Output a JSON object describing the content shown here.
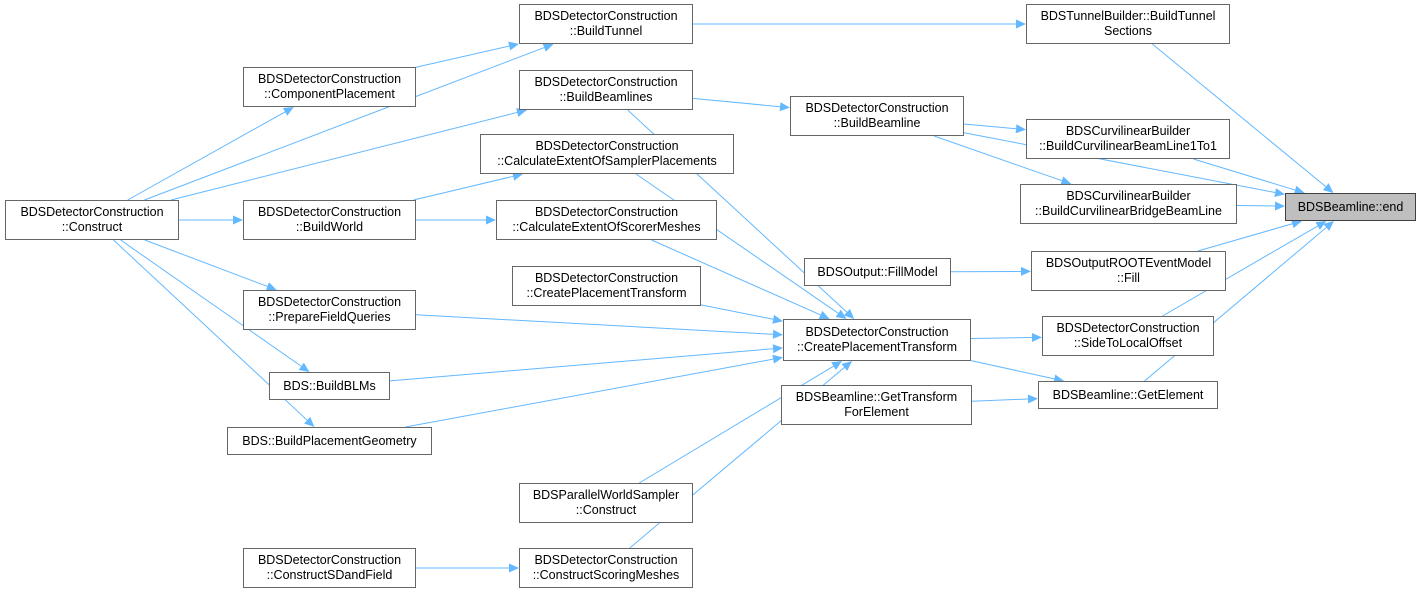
{
  "graph": {
    "nodes": [
      {
        "id": "end",
        "lines": [
          "BDSBeamline::end"
        ],
        "focus": true
      },
      {
        "id": "tb",
        "lines": [
          "BDSTunnelBuilder::BuildTunnel",
          "Sections"
        ]
      },
      {
        "id": "bt",
        "lines": [
          "BDSDetectorConstruction",
          "::BuildTunnel"
        ]
      },
      {
        "id": "cp",
        "lines": [
          "BDSDetectorConstruction",
          "::ComponentPlacement"
        ]
      },
      {
        "id": "bbs",
        "lines": [
          "BDSDetectorConstruction",
          "::BuildBeamlines"
        ]
      },
      {
        "id": "bb",
        "lines": [
          "BDSDetectorConstruction",
          "::BuildBeamline"
        ]
      },
      {
        "id": "c11",
        "lines": [
          "BDSCurvilinearBuilder",
          "::BuildCurvilinearBeamLine1To1"
        ]
      },
      {
        "id": "cbr",
        "lines": [
          "BDSCurvilinearBuilder",
          "::BuildCurvilinearBridgeBeamLine"
        ]
      },
      {
        "id": "ces",
        "lines": [
          "BDSDetectorConstruction",
          "::CalculateExtentOfSamplerPlacements"
        ]
      },
      {
        "id": "con",
        "lines": [
          "BDSDetectorConstruction",
          "::Construct"
        ]
      },
      {
        "id": "bw",
        "lines": [
          "BDSDetectorConstruction",
          "::BuildWorld"
        ]
      },
      {
        "id": "cem",
        "lines": [
          "BDSDetectorConstruction",
          "::CalculateExtentOfScorerMeshes"
        ]
      },
      {
        "id": "fm",
        "lines": [
          "BDSOutput::FillModel"
        ]
      },
      {
        "id": "fill",
        "lines": [
          "BDSOutputROOTEventModel",
          "::Fill"
        ]
      },
      {
        "id": "cpt2",
        "lines": [
          "BDSDetectorConstruction",
          "::CreatePlacementTransform"
        ]
      },
      {
        "id": "pfq",
        "lines": [
          "BDSDetectorConstruction",
          "::PrepareFieldQueries"
        ]
      },
      {
        "id": "cpt",
        "lines": [
          "BDSDetectorConstruction",
          "::CreatePlacementTransform"
        ]
      },
      {
        "id": "stl",
        "lines": [
          "BDSDetectorConstruction",
          "::SideToLocalOffset"
        ]
      },
      {
        "id": "blm",
        "lines": [
          "BDS::BuildBLMs"
        ]
      },
      {
        "id": "gtf",
        "lines": [
          "BDSBeamline::GetTransform",
          "ForElement"
        ]
      },
      {
        "id": "ge",
        "lines": [
          "BDSBeamline::GetElement"
        ]
      },
      {
        "id": "bpg",
        "lines": [
          "BDS::BuildPlacementGeometry"
        ]
      },
      {
        "id": "pws",
        "lines": [
          "BDSParallelWorldSampler",
          "::Construct"
        ]
      },
      {
        "id": "csf",
        "lines": [
          "BDSDetectorConstruction",
          "::ConstructSDandField"
        ]
      },
      {
        "id": "csm",
        "lines": [
          "BDSDetectorConstruction",
          "::ConstructScoringMeshes"
        ]
      }
    ],
    "edges": [
      [
        "tb",
        "end"
      ],
      [
        "bb",
        "end"
      ],
      [
        "c11",
        "end"
      ],
      [
        "cbr",
        "end"
      ],
      [
        "fill",
        "end"
      ],
      [
        "stl",
        "end"
      ],
      [
        "ge",
        "end"
      ],
      [
        "bt",
        "tb"
      ],
      [
        "bbs",
        "bb"
      ],
      [
        "bb",
        "c11"
      ],
      [
        "bb",
        "cbr"
      ],
      [
        "fm",
        "fill"
      ],
      [
        "cpt",
        "stl"
      ],
      [
        "cpt",
        "ge"
      ],
      [
        "gtf",
        "ge"
      ],
      [
        "con",
        "bt"
      ],
      [
        "cp",
        "bt"
      ],
      [
        "con",
        "cp"
      ],
      [
        "con",
        "bbs"
      ],
      [
        "con",
        "bw"
      ],
      [
        "bw",
        "ces"
      ],
      [
        "bw",
        "cem"
      ],
      [
        "con",
        "pfq"
      ],
      [
        "con",
        "blm"
      ],
      [
        "con",
        "bpg"
      ],
      [
        "bbs",
        "cpt"
      ],
      [
        "ces",
        "cpt"
      ],
      [
        "cem",
        "cpt"
      ],
      [
        "cpt2",
        "cpt"
      ],
      [
        "pfq",
        "cpt"
      ],
      [
        "blm",
        "cpt"
      ],
      [
        "bpg",
        "cpt"
      ],
      [
        "pws",
        "cpt"
      ],
      [
        "csm",
        "cpt"
      ],
      [
        "csf",
        "csm"
      ]
    ],
    "colors": {
      "edge": "#63b8ff",
      "border": "#666666",
      "focus_fill": "#bfbfbf"
    }
  }
}
